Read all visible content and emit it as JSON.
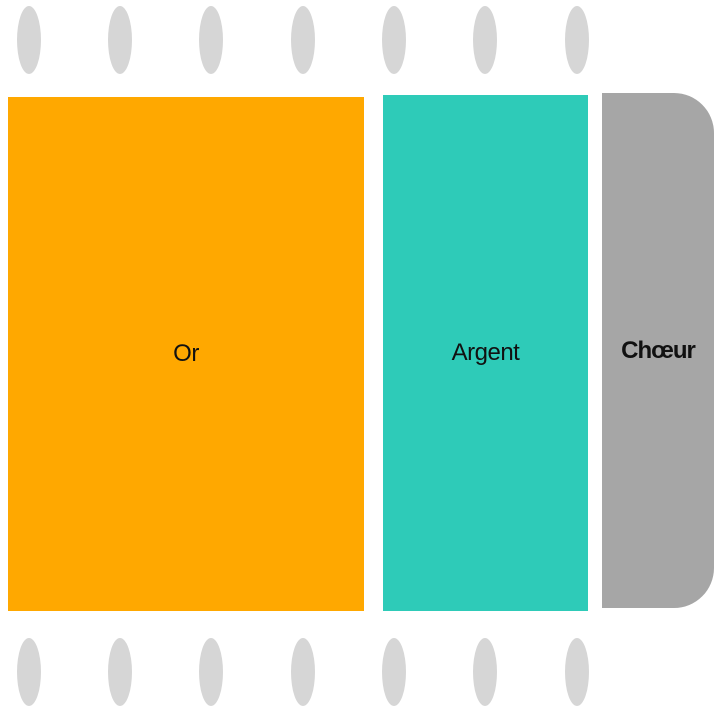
{
  "zones": {
    "gold": {
      "label": "Or",
      "color": "#FFA800"
    },
    "silver": {
      "label": "Argent",
      "color": "#2ECBB8"
    },
    "choir": {
      "label": "Chœur",
      "color": "#A6A6A6"
    }
  },
  "seat_color": "#D6D6D6",
  "seat_rows": {
    "top": {
      "count": 7
    },
    "bottom": {
      "count": 7
    }
  }
}
